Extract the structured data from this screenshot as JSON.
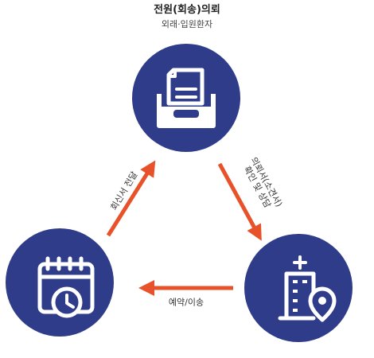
{
  "header": {
    "title": "전원(회송)의뢰",
    "subtitle": "외래·입원환자"
  },
  "labels": {
    "left_arrow": "회신서 전달",
    "bottom_arrow": "예약/이송",
    "right_arrow_line1": "의뢰서(소견서)",
    "right_arrow_line2": "확인 및 상담"
  },
  "nodes": [
    {
      "name": "referral-document",
      "icon": "inbox-document-icon"
    },
    {
      "name": "appointment-calendar",
      "icon": "calendar-clock-icon"
    },
    {
      "name": "hospital",
      "icon": "hospital-location-icon"
    }
  ],
  "colors": {
    "circle": "#2e3c8a",
    "arrow": "#e8522a",
    "icon": "#ffffff"
  }
}
